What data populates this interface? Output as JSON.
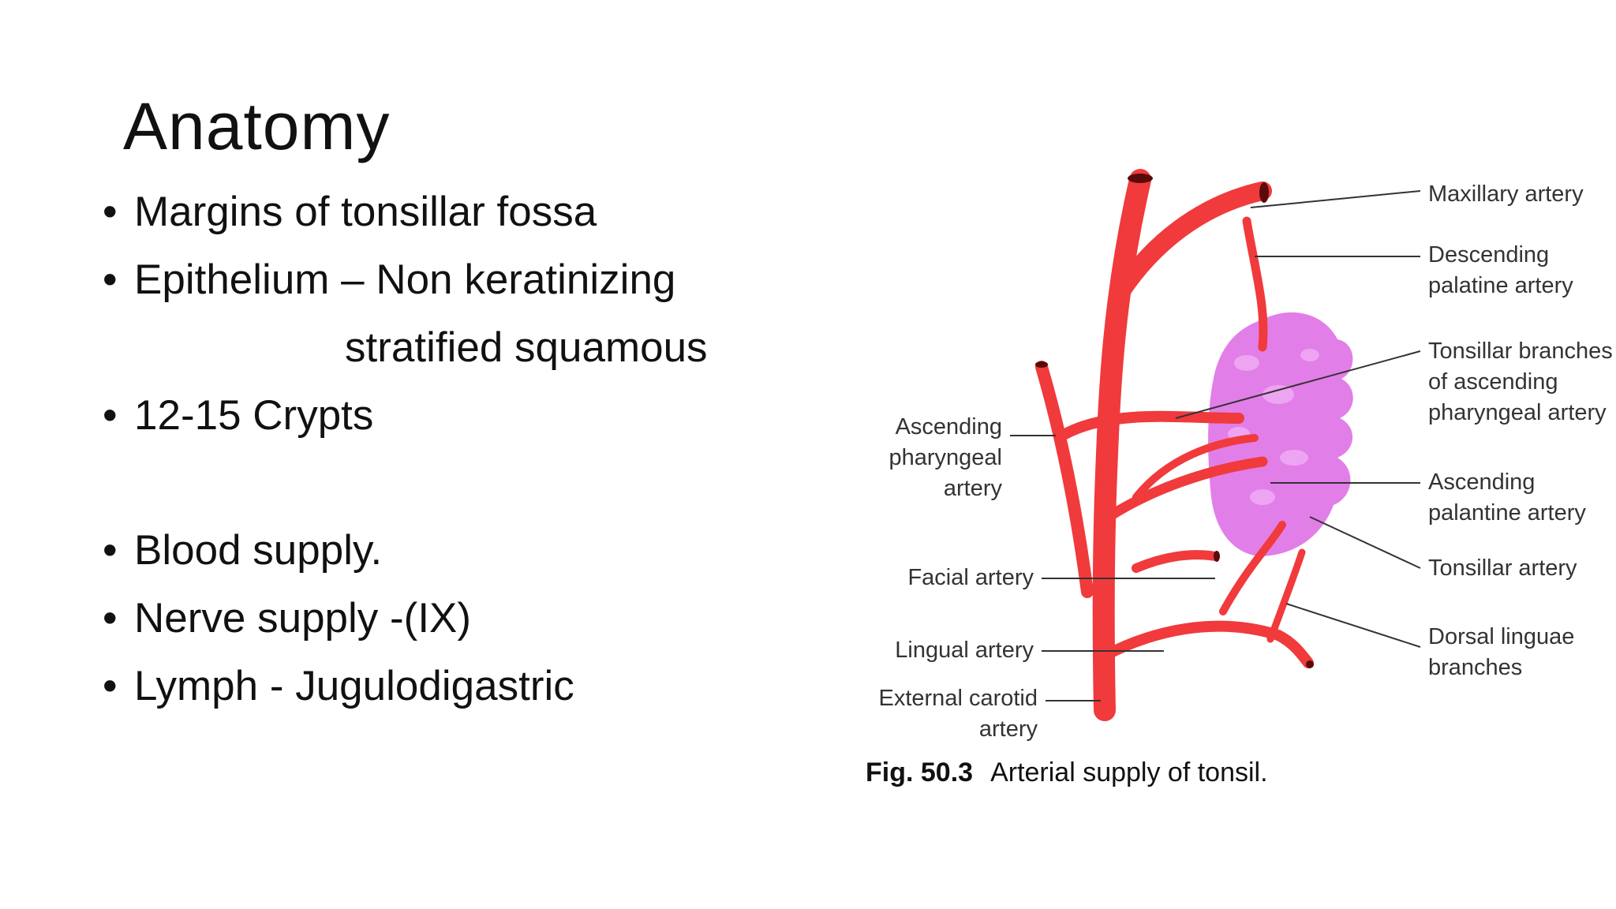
{
  "slide": {
    "title": "Anatomy",
    "bullet_symbol": "•",
    "bullets": [
      "Margins of tonsillar fossa",
      "Epithelium – Non keratinizing",
      "12-15 Crypts",
      "Blood supply.",
      "Nerve supply -(IX)",
      "Lymph - Jugulodigastric"
    ],
    "epithelium_continuation": "stratified squamous"
  },
  "figure": {
    "labels": {
      "maxillary": "Maxillary artery",
      "descending_palatine": [
        "Descending",
        "palatine artery"
      ],
      "tonsillar_branches": [
        "Tonsillar branches",
        "of ascending",
        "pharyngeal artery"
      ],
      "ascending_palantine": [
        "Ascending",
        "palantine artery"
      ],
      "tonsillar_artery": "Tonsillar artery",
      "dorsal_linguae": [
        "Dorsal linguae",
        "branches"
      ],
      "ascending_pharyngeal": [
        "Ascending",
        "pharyngeal",
        "artery"
      ],
      "facial": "Facial artery",
      "lingual": "Lingual artery",
      "external_carotid": [
        "External carotid",
        "artery"
      ]
    },
    "caption_number": "Fig. 50.3",
    "caption_text": "Arterial supply of tonsil.",
    "colors": {
      "artery": "#f03a3c",
      "tonsil": "#e27ee8"
    }
  }
}
